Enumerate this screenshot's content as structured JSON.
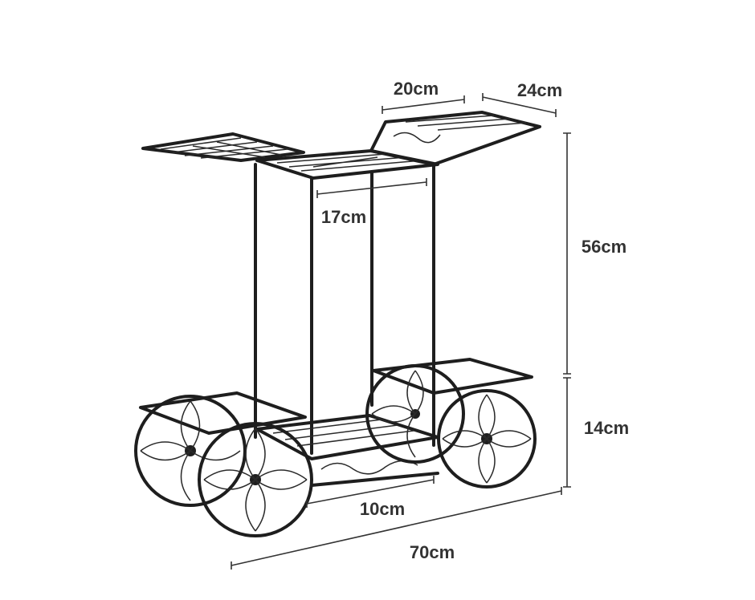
{
  "dimensions": {
    "top_shelf_width": "20cm",
    "top_shelf_depth": "24cm",
    "center_shelf_width": "17cm",
    "upper_height": "56cm",
    "lower_height": "14cm",
    "bottom_shelf_width": "10cm",
    "total_length": "70cm"
  }
}
